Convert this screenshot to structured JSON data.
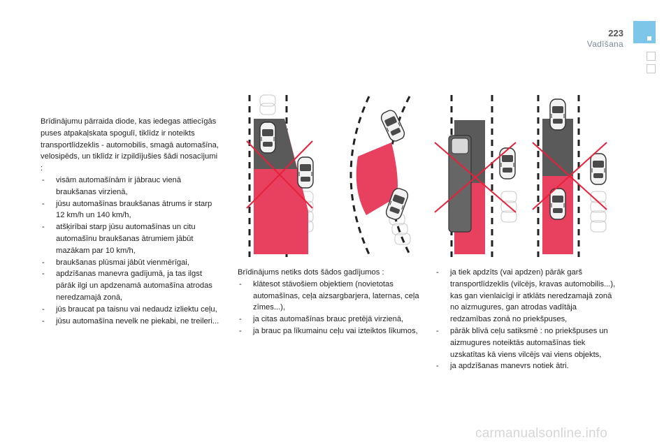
{
  "header": {
    "page_number": "223",
    "section": "Vadīšana"
  },
  "col1": {
    "intro": "Brīdinājumu pārraida diode, kas iedegas attiecīgās puses atpakaļskata spogulī, tiklīdz ir noteikts transportlīdzeklis - automobilis, smagā automašīna, velosipēds, un tiklīdz ir izpildījušies šādi nosacījumi :",
    "items": [
      "visām automašīnām ir jābrauc vienā braukšanas virzienā,",
      "jūsu automašīnas braukšanas ātrums ir starp 12 km/h un 140 km/h,",
      "atšķirībai starp jūsu automašīnas un citu automašīnu braukšanas ātrumiem jābūt mazākam par 10 km/h,",
      "braukšanas plūsmai jābūt vienmērīgai,",
      "apdzīšanas manevra gadījumā, ja tas ilgst pārāk ilgi un apdzenamā automašīna atrodas neredzamajā zonā,",
      "jūs braucat pa taisnu vai nedaudz izliektu ceļu,",
      "jūsu automašīna nevelk ne piekabi, ne treileri..."
    ]
  },
  "col2": {
    "intro": "Brīdinājums netiks dots šādos gadījumos :",
    "items": [
      "klātesot stāvošiem objektiem (novietotas automašīnas, ceļa aizsargbarjera, laternas, ceļa zīmes...),",
      "ja citas automašīnas brauc pretējā virzienā,",
      "ja brauc pa līkumainu ceļu vai izteiktos līkumos,"
    ]
  },
  "col3": {
    "items": [
      "ja tiek apdzīts (vai apdzen) pārāk garš transportlīdzeklis (vilcējs, kravas automobilis...), kas gan vienlaicīgi ir atklāts neredzamajā zonā no aizmugures, gan atrodas vadītāja redzamības zonā no priekšpuses,",
      "pārāk blīvā ceļu satiksmē : no priekšpuses un aizmugures noteiktās automašīnas tiek uzskatītas kā viens vilcējs vai viens objekts,",
      "ja apdzīšanas manevrs notiek ātri."
    ]
  },
  "colors": {
    "zone_red": "#e8415f",
    "zone_grey": "#555555",
    "cross_red": "#e8203a",
    "tab_blue": "#7ec5ea"
  },
  "watermark": "carmanualsonline.info"
}
